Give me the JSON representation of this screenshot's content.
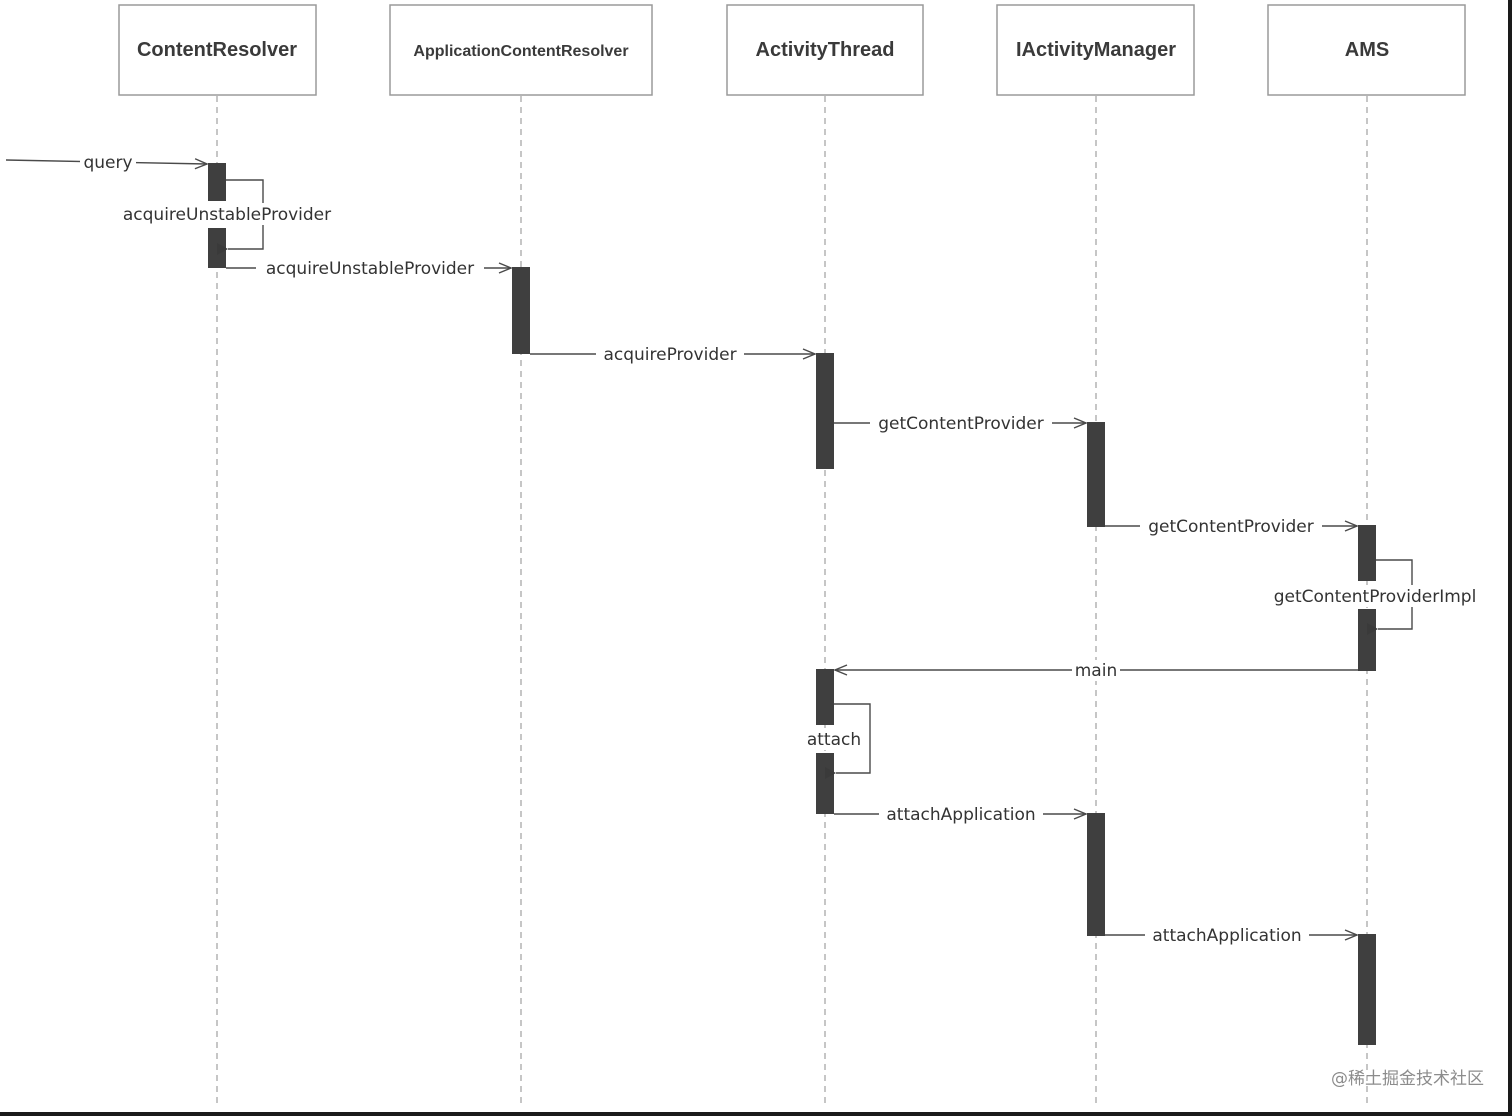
{
  "participants": [
    {
      "id": "contentresolver",
      "label": "ContentResolver"
    },
    {
      "id": "appcontentresolver",
      "label": "ApplicationContentResolver"
    },
    {
      "id": "activitythread",
      "label": "ActivityThread"
    },
    {
      "id": "iactivitymanager",
      "label": "IActivityManager"
    },
    {
      "id": "ams",
      "label": "AMS"
    }
  ],
  "messages": [
    {
      "id": "query",
      "label": "query",
      "from": "external",
      "to": "contentresolver",
      "kind": "call"
    },
    {
      "id": "acquire-unstable-provider-self",
      "label": "acquireUnstableProvider",
      "from": "contentresolver",
      "to": "contentresolver",
      "kind": "self"
    },
    {
      "id": "acquire-unstable-provider",
      "label": "acquireUnstableProvider",
      "from": "contentresolver",
      "to": "appcontentresolver",
      "kind": "call"
    },
    {
      "id": "acquire-provider",
      "label": "acquireProvider",
      "from": "appcontentresolver",
      "to": "activitythread",
      "kind": "call"
    },
    {
      "id": "get-content-provider-1",
      "label": "getContentProvider",
      "from": "activitythread",
      "to": "iactivitymanager",
      "kind": "call"
    },
    {
      "id": "get-content-provider-2",
      "label": "getContentProvider",
      "from": "iactivitymanager",
      "to": "ams",
      "kind": "call"
    },
    {
      "id": "get-content-provider-impl",
      "label": "getContentProviderImpl",
      "from": "ams",
      "to": "ams",
      "kind": "self"
    },
    {
      "id": "main",
      "label": "main",
      "from": "ams",
      "to": "activitythread",
      "kind": "call"
    },
    {
      "id": "attach",
      "label": "attach",
      "from": "activitythread",
      "to": "activitythread",
      "kind": "self"
    },
    {
      "id": "attach-application-1",
      "label": "attachApplication",
      "from": "activitythread",
      "to": "iactivitymanager",
      "kind": "call"
    },
    {
      "id": "attach-application-2",
      "label": "attachApplication",
      "from": "iactivitymanager",
      "to": "ams",
      "kind": "call"
    }
  ],
  "watermark": "@稀土掘金技术社区"
}
